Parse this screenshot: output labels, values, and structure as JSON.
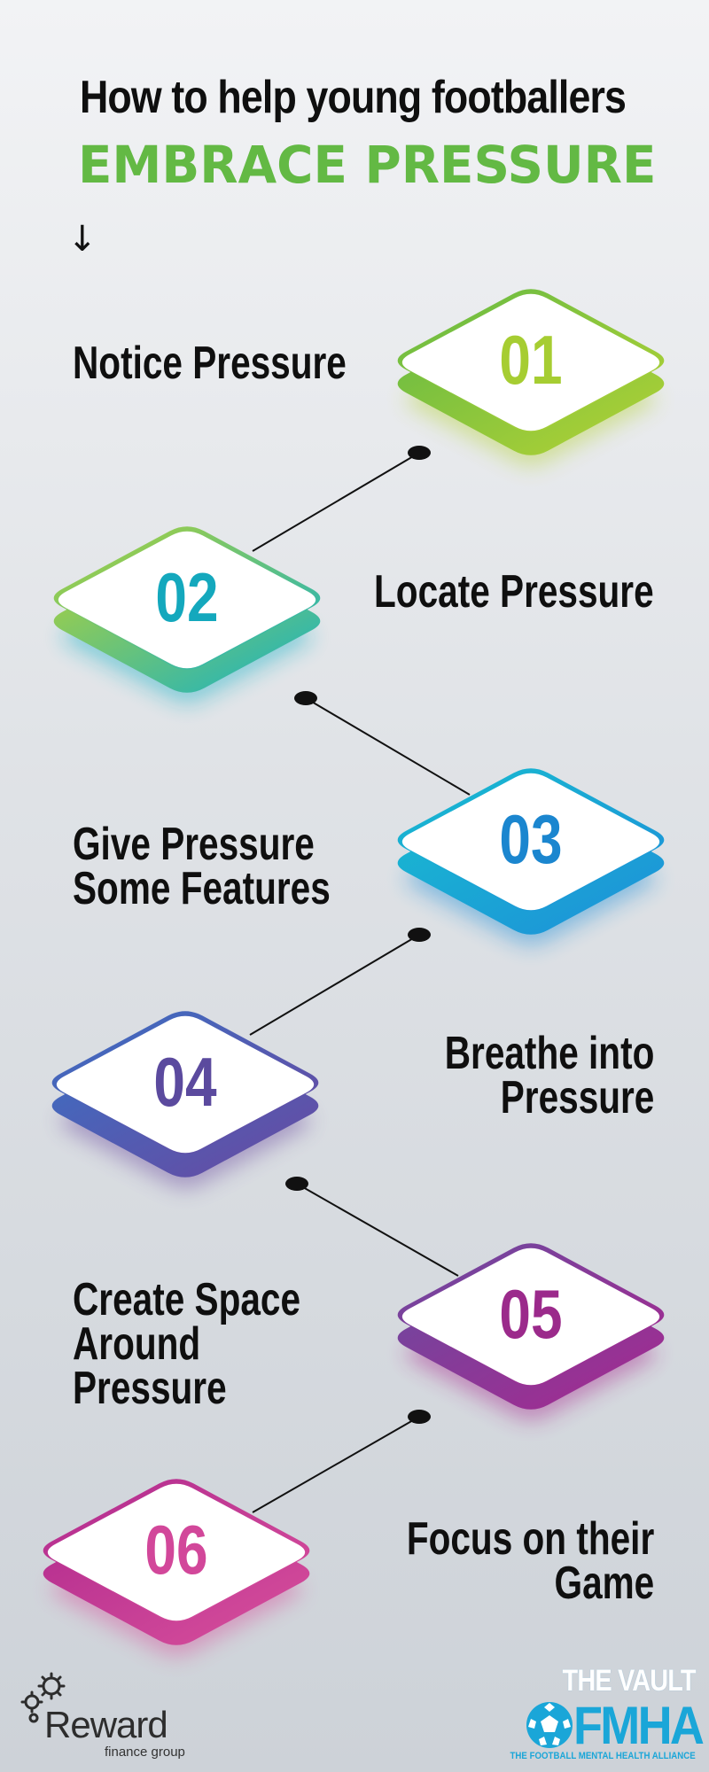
{
  "header": {
    "title_line1": "How to help young footballers",
    "title_line2": "EMBRACE PRESSURE",
    "arrow_glyph": "↓"
  },
  "steps": [
    {
      "number": "01",
      "label": "Notice Pressure",
      "color_top": "#63b944",
      "color_bottom": "#b5d334",
      "num_color": "#a6cd32"
    },
    {
      "number": "02",
      "label": "Locate Pressure",
      "color_top": "#b5d334",
      "color_bottom": "#16b1c6",
      "num_color": "#14a8bd"
    },
    {
      "number": "03",
      "label": "Give Pressure\nSome Features",
      "color_top": "#18bcd0",
      "color_bottom": "#1d8fd9",
      "num_color": "#1b86cf"
    },
    {
      "number": "04",
      "label": "Breathe into\nPressure",
      "color_top": "#3a70c4",
      "color_bottom": "#6a48a0",
      "num_color": "#5b4a9e"
    },
    {
      "number": "05",
      "label": "Create Space\nAround\nPressure",
      "color_top": "#6a4aa0",
      "color_bottom": "#a8288f",
      "num_color": "#9b2a8b"
    },
    {
      "number": "06",
      "label": "Focus on their\nGame",
      "color_top": "#b02a8e",
      "color_bottom": "#d9509c",
      "num_color": "#d2479a"
    }
  ],
  "footer": {
    "reward_name": "Reward",
    "reward_sub": "finance group",
    "vault_title": "THE VAULT",
    "fmha": "FMHA",
    "fmha_sub": "THE FOOTBALL MENTAL HEALTH ALLIANCE",
    "fmha_color": "#1aa6d8"
  }
}
